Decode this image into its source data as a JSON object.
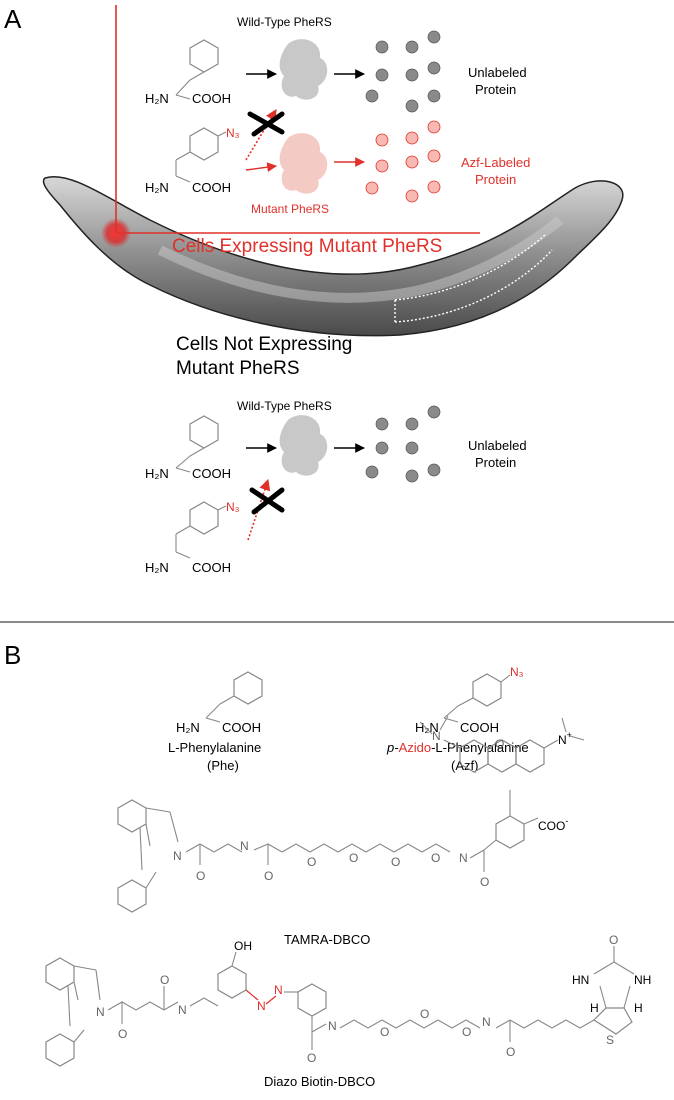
{
  "panel_a": {
    "label": "A",
    "wt_pheRS_top": "Wild-Type PheRS",
    "unlabeled_top": [
      "Unlabeled",
      "Protein"
    ],
    "mutant_pheRS": "Mutant PheRS",
    "azf_labeled": [
      "Azf-Labeled",
      "Protein"
    ],
    "cells_expressing": "Cells Expressing Mutant PheRS",
    "cells_not_expressing": [
      "Cells Not Expressing",
      "Mutant PheRS"
    ],
    "wt_pheRS_bottom": "Wild-Type PheRS",
    "unlabeled_bottom": [
      "Unlabeled",
      "Protein"
    ],
    "h2n": "H₂N",
    "cooh": "COOH",
    "n3": "N₃"
  },
  "panel_b": {
    "label": "B",
    "phe_name": "L-Phenylalanine",
    "phe_abbr": "(Phe)",
    "azf_name_prefix": "p-",
    "azf_name_red": "Azido",
    "azf_name_suffix": "-L-Phenylalanine",
    "azf_abbr": "(Azf)",
    "tamra_name": "TAMRA-DBCO",
    "diazo_name": "Diazo Biotin-DBCO",
    "coo": "COO",
    "coo_charge": "-",
    "n_plus": "N",
    "plus": "+",
    "oh": "OH",
    "o": "O",
    "n": "N",
    "h": "N",
    "hn": "HN",
    "nh": "NH",
    "s": "S",
    "hatom": "H"
  },
  "colors": {
    "red": "#e0302a",
    "grey_dot": "#8a8a8a",
    "pink_dot": "#f7b9b2"
  }
}
